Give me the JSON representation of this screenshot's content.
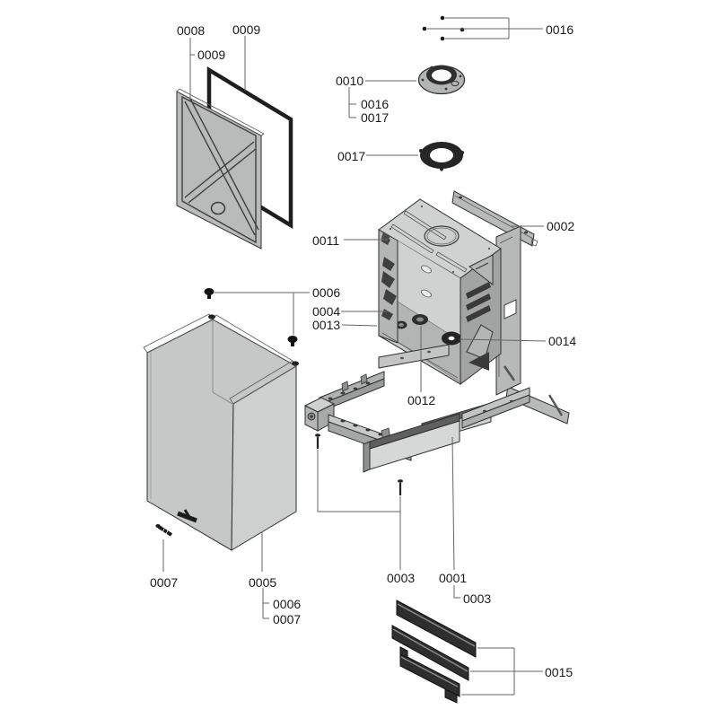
{
  "diagram_type": "exploded-parts-diagram",
  "background": "#ffffff",
  "colors": {
    "leader_line": "#666666",
    "text": "#1a1a1a",
    "metal_light": "#d2d4d3",
    "metal_mid": "#c6c8c7",
    "metal_dark": "#a2a4a3",
    "black_part": "#2e2e2e",
    "gasket_black": "#262626"
  },
  "callouts": [
    {
      "id": "c0008",
      "text": "0008"
    },
    {
      "id": "c0009_sub",
      "text": "0009"
    },
    {
      "id": "c0009",
      "text": "0009"
    },
    {
      "id": "c0016_top",
      "text": "0016"
    },
    {
      "id": "c0010",
      "text": "0010"
    },
    {
      "id": "c0016_sub",
      "text": "0016"
    },
    {
      "id": "c0017_sub",
      "text": "0017"
    },
    {
      "id": "c0017",
      "text": "0017"
    },
    {
      "id": "c0002",
      "text": "0002"
    },
    {
      "id": "c0011",
      "text": "0011"
    },
    {
      "id": "c0006",
      "text": "0006"
    },
    {
      "id": "c0004",
      "text": "0004"
    },
    {
      "id": "c0013",
      "text": "0013"
    },
    {
      "id": "c0014",
      "text": "0014"
    },
    {
      "id": "c0012",
      "text": "0012"
    },
    {
      "id": "c0007",
      "text": "0007"
    },
    {
      "id": "c0005",
      "text": "0005"
    },
    {
      "id": "c0006_sub",
      "text": "0006"
    },
    {
      "id": "c0007_sub",
      "text": "0007"
    },
    {
      "id": "c0003",
      "text": "0003"
    },
    {
      "id": "c0001",
      "text": "0001"
    },
    {
      "id": "c0003_sub",
      "text": "0003"
    },
    {
      "id": "c0015",
      "text": "0015"
    }
  ],
  "parts": [
    {
      "number": "0001",
      "shape": "base-frame-front-beam"
    },
    {
      "number": "0002",
      "shape": "top-side-rail"
    },
    {
      "number": "0003",
      "shape": "screws"
    },
    {
      "number": "0004",
      "shape": "clip"
    },
    {
      "number": "0005",
      "shape": "cabinet-shell"
    },
    {
      "number": "0006",
      "shape": "pins"
    },
    {
      "number": "0007",
      "shape": "screw"
    },
    {
      "number": "0008",
      "shape": "ribbed-front-panel"
    },
    {
      "number": "0009",
      "shape": "panel-gasket-frame"
    },
    {
      "number": "0010",
      "shape": "flange-ring"
    },
    {
      "number": "0011",
      "shape": "air-box"
    },
    {
      "number": "0012",
      "shape": "grommet"
    },
    {
      "number": "0013",
      "shape": "grommet"
    },
    {
      "number": "0014",
      "shape": "grommet-large"
    },
    {
      "number": "0015",
      "shape": "sealing-strips"
    },
    {
      "number": "0016",
      "shape": "screws"
    },
    {
      "number": "0017",
      "shape": "gasket-ring"
    }
  ]
}
